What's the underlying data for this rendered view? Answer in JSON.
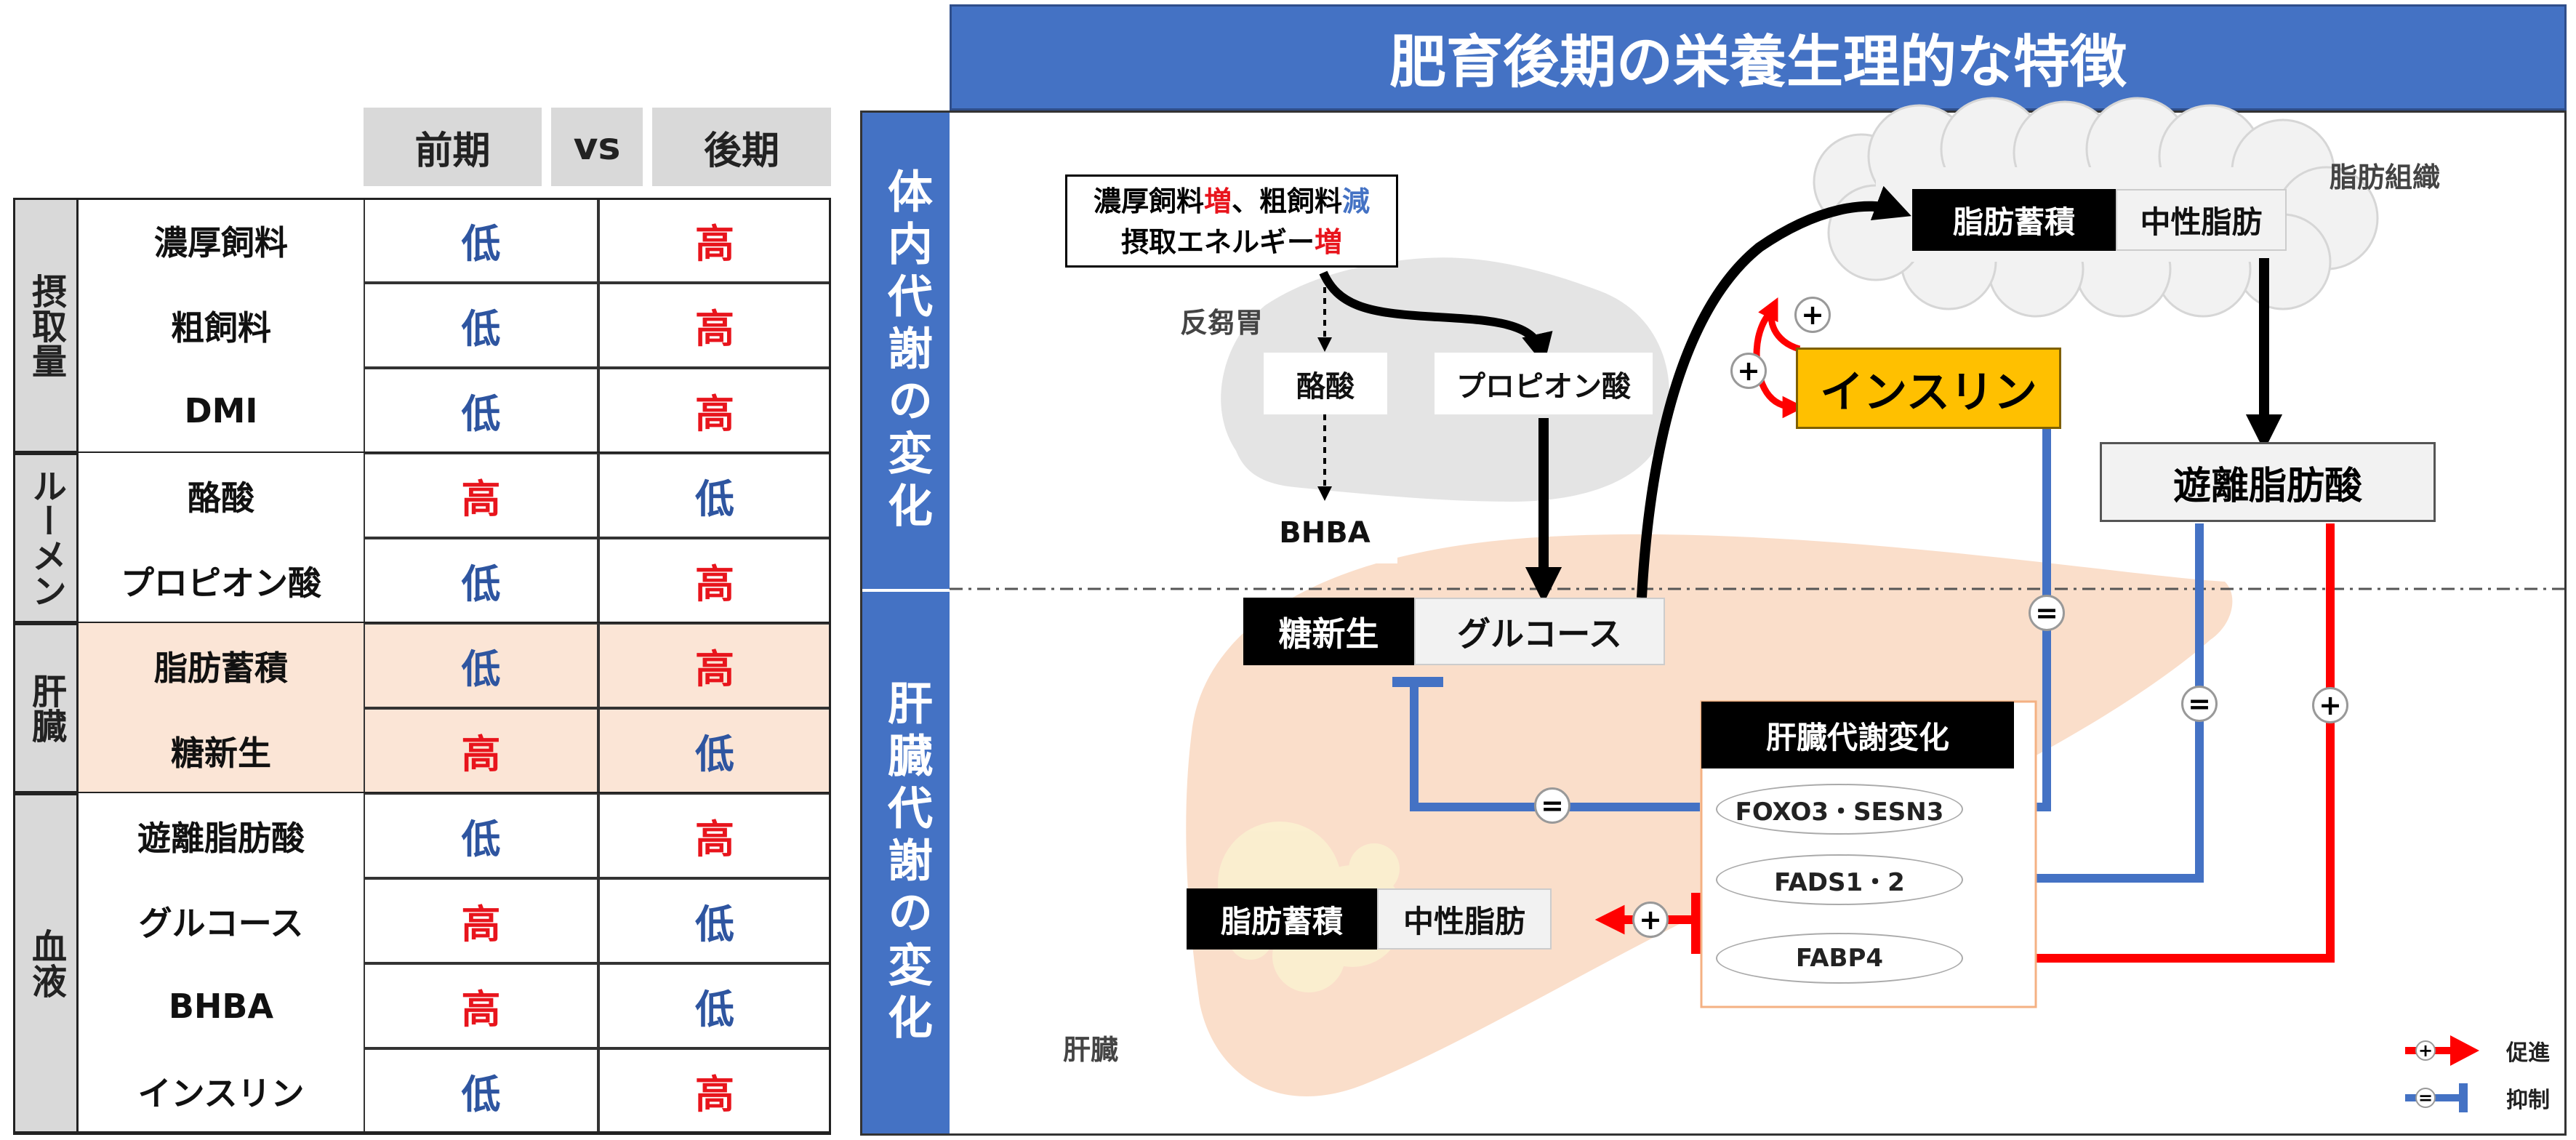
{
  "table": {
    "headers": {
      "early": "前期",
      "vs": "vs",
      "late": "後期"
    },
    "groups": [
      {
        "label": "摂取量",
        "rows": [
          {
            "name": "濃厚飼料",
            "early": "低",
            "late": "高"
          },
          {
            "name": "粗飼料",
            "early": "低",
            "late": "高"
          },
          {
            "name": "DMI",
            "early": "低",
            "late": "高"
          }
        ]
      },
      {
        "label": "ルーメン",
        "rows": [
          {
            "name": "酪酸",
            "early": "高",
            "late": "低"
          },
          {
            "name": "プロピオン酸",
            "early": "低",
            "late": "高"
          }
        ]
      },
      {
        "label": "肝臓",
        "rows": [
          {
            "name": "脂肪蓄積",
            "early": "低",
            "late": "高"
          },
          {
            "name": "糖新生",
            "early": "高",
            "late": "低"
          }
        ]
      },
      {
        "label": "血液",
        "rows": [
          {
            "name": "遊離脂肪酸",
            "early": "低",
            "late": "高"
          },
          {
            "name": "グルコース",
            "early": "高",
            "late": "低"
          },
          {
            "name": "BHBA",
            "early": "高",
            "late": "低"
          },
          {
            "name": "インスリン",
            "early": "低",
            "late": "高"
          }
        ]
      }
    ],
    "colors": {
      "high": "#e8141c",
      "low": "#2e55a0"
    }
  },
  "diagram": {
    "title": "肥育後期の栄養生理的な特徴",
    "side_top": "体内代謝の変化",
    "side_bottom": "肝臓代謝の変化",
    "intake": {
      "l1": "濃厚飼料",
      "l1_inc": "増",
      "l1_sep": "、粗飼料",
      "l1_dec": "減",
      "l2": "摂取エネルギー",
      "l2_inc": "増"
    },
    "rumen_label": "反芻胃",
    "butyrate": "酪酸",
    "propionate": "プロピオン酸",
    "bhba": "BHBA",
    "gluconeo": "糖新生",
    "glucose": "グルコース",
    "adipose_label": "脂肪組織",
    "fat_accum": "脂肪蓄積",
    "neutral_fat": "中性脂肪",
    "insulin": "インスリン",
    "ffa": "遊離脂肪酸",
    "liver_change": "肝臓代謝変化",
    "genes": [
      "FOXO3・SESN3",
      "FADS1・2",
      "FABP4"
    ],
    "liver_fat": "脂肪蓄積",
    "liver_neutral_fat": "中性脂肪",
    "liver_label": "肝臓",
    "legend": {
      "promote": "促進",
      "inhibit": "抑制"
    },
    "colors": {
      "title_bg": "#4472c4",
      "insulin_bg": "#ffc000",
      "inhibit": "#4472c4",
      "promote": "#ff0000"
    }
  }
}
